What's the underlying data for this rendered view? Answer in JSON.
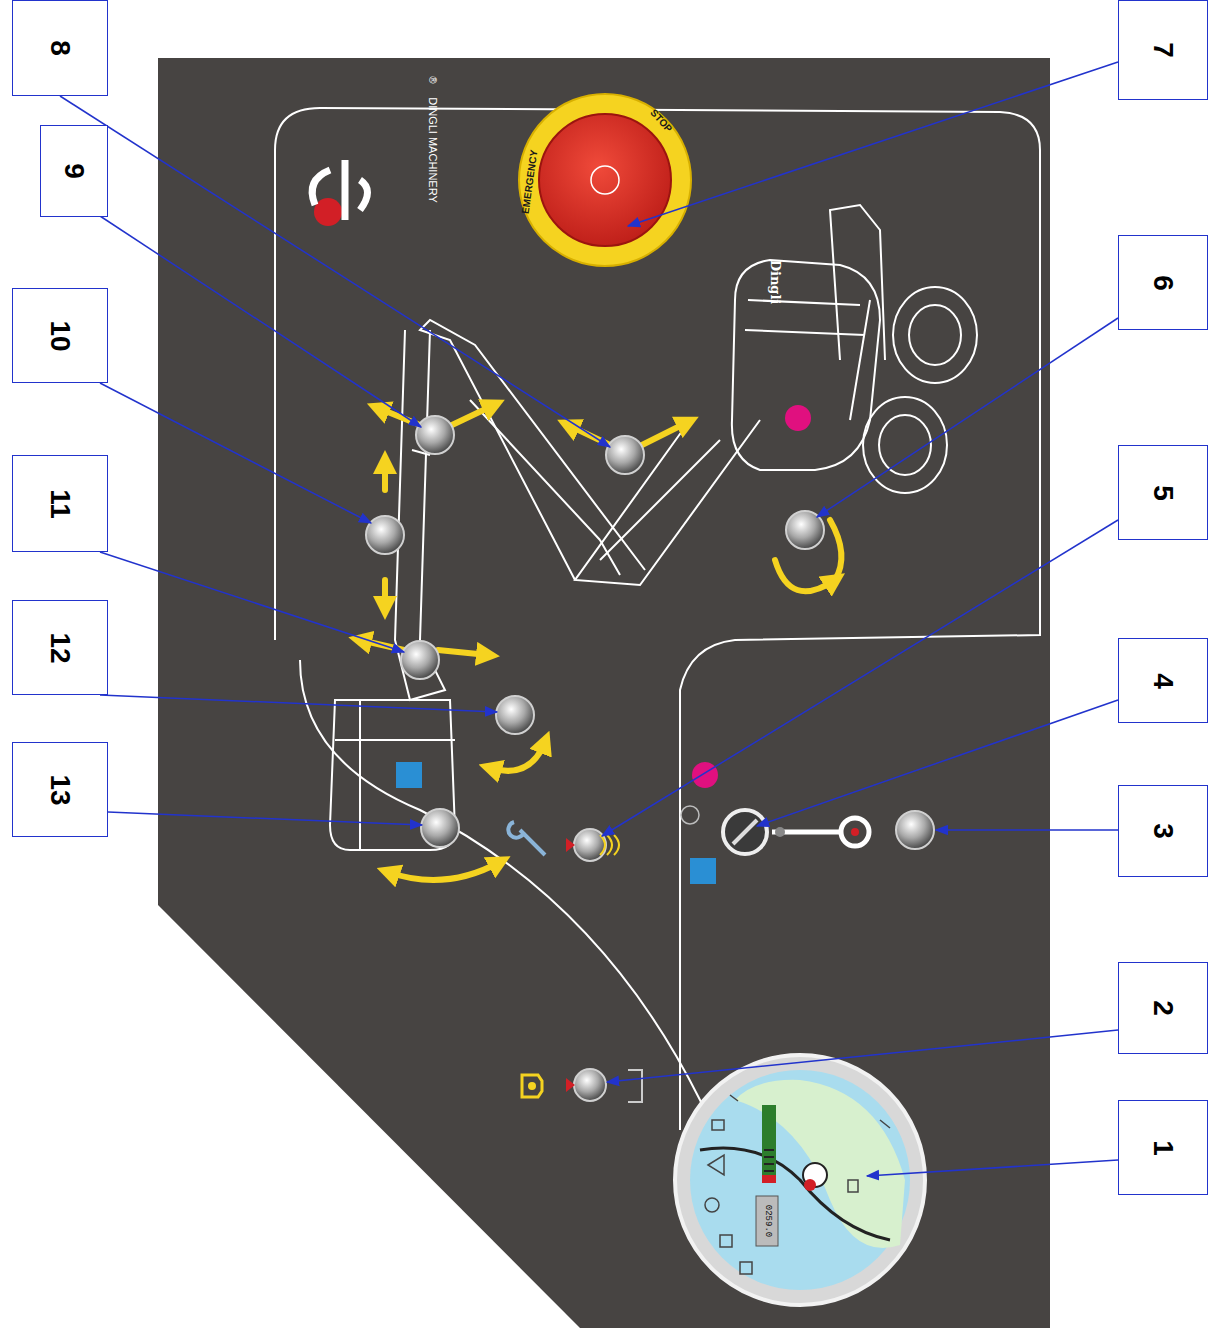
{
  "diagram": {
    "nodes": [
      {
        "text": [
          "1"
        ]
      },
      {
        "text": [
          "2"
        ]
      },
      {
        "text": [
          "3"
        ]
      },
      {
        "text": [
          "4"
        ]
      },
      {
        "text": [
          "5"
        ]
      },
      {
        "text": [
          "6"
        ]
      },
      {
        "text": [
          "7"
        ]
      },
      {
        "text": [
          "8"
        ]
      },
      {
        "text": [
          "9"
        ]
      },
      {
        "text": [
          "10"
        ]
      },
      {
        "text": [
          "11"
        ]
      },
      {
        "text": [
          "12"
        ]
      },
      {
        "text": [
          "13"
        ]
      }
    ],
    "labels": [
      "DINGLI MACHINERY",
      "®",
      "EMERGENCY",
      "STOP",
      "Dingli",
      "0259.0"
    ]
  }
}
